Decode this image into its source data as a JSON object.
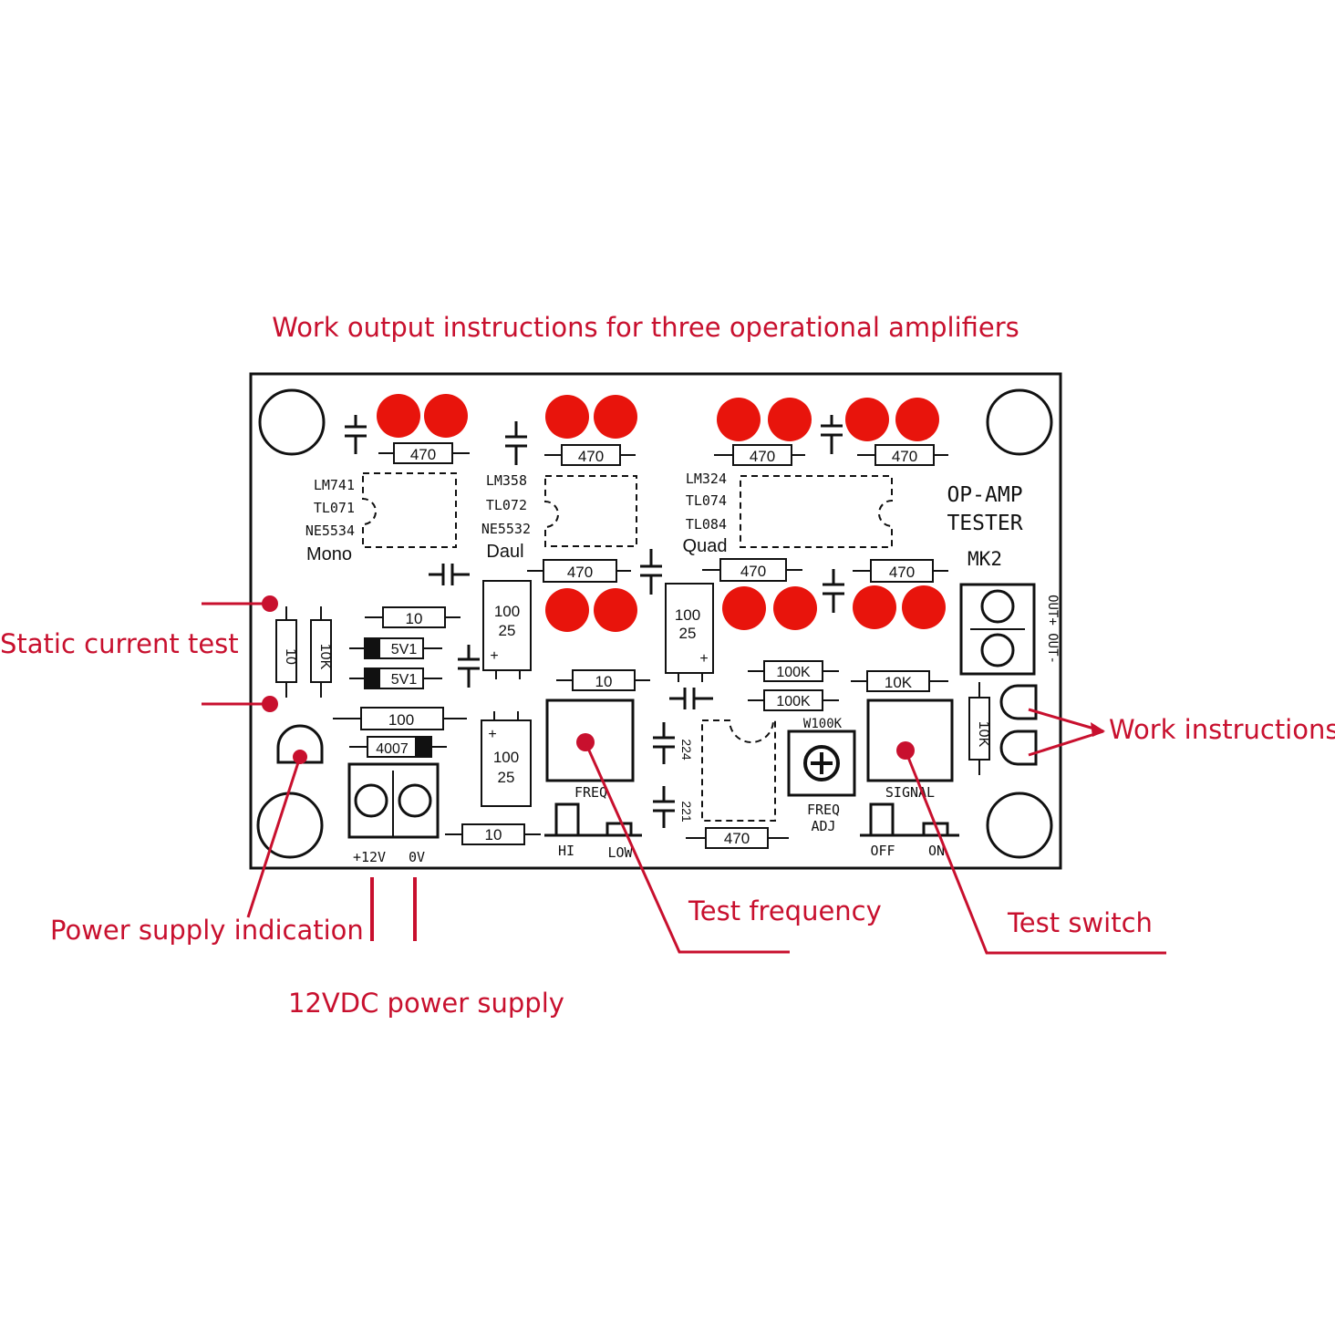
{
  "colors": {
    "annotation": "#c8102e",
    "led": "#e8140c",
    "silkscreen": "#111111",
    "board": "#ffffff"
  },
  "annotations": {
    "top": "Work output instructions for three operational amplifiers",
    "static_current": "Static current test",
    "power_indication": "Power supply indication",
    "power_supply": "12VDC power supply",
    "test_frequency": "Test frequency",
    "test_switch": "Test switch",
    "work_instructions": "Work instructions"
  },
  "board": {
    "title_line1": "OP-AMP",
    "title_line2": "TESTER",
    "model": "MK2",
    "mono": {
      "chips": [
        "LM741",
        "TL071",
        "NE5534"
      ],
      "label": "Mono"
    },
    "dual": {
      "chips": [
        "LM358",
        "TL072",
        "NE5532"
      ],
      "label": "Daul"
    },
    "quad": {
      "chips": [
        "LM324",
        "TL074",
        "TL084"
      ],
      "label": "Quad"
    },
    "resistors": {
      "r470": "470",
      "r10": "10",
      "r10k": "10K",
      "r100": "100",
      "r100k": "100K"
    },
    "diodes": {
      "zener": "5V1",
      "rectifier": "4007"
    },
    "caps": {
      "electrolytic_line1": "100",
      "electrolytic_line2": "25",
      "plus": "+",
      "c224": "224",
      "c221": "221"
    },
    "pot": {
      "freq": "FREQ",
      "signal": "SIGNAL",
      "trim": "W100K",
      "freq_adj_1": "FREQ",
      "freq_adj_2": "ADJ"
    },
    "switch_labels": {
      "hi": "HI",
      "low": "LOW",
      "off": "OFF",
      "on": "ON"
    },
    "power_terminals": {
      "pos": "+12V",
      "zero": "0V"
    },
    "output_terminals": "OUT+ OUT-"
  }
}
